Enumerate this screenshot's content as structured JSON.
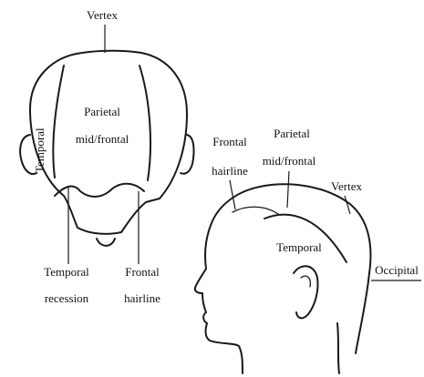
{
  "top_view": {
    "labels": {
      "vertex": "Vertex",
      "parietal": "Parietal",
      "mid_frontal": "mid/frontal",
      "temporal": "Temporal",
      "temporal_recession_1": "Temporal",
      "temporal_recession_2": "recession",
      "frontal_hairline_1": "Frontal",
      "frontal_hairline_2": "hairline"
    }
  },
  "side_view": {
    "labels": {
      "frontal_hairline_1": "Frontal",
      "frontal_hairline_2": "hairline",
      "parietal": "Parietal",
      "mid_frontal": "mid/frontal",
      "vertex": "Vertex",
      "temporal": "Temporal",
      "occipital": "Occipital"
    }
  }
}
